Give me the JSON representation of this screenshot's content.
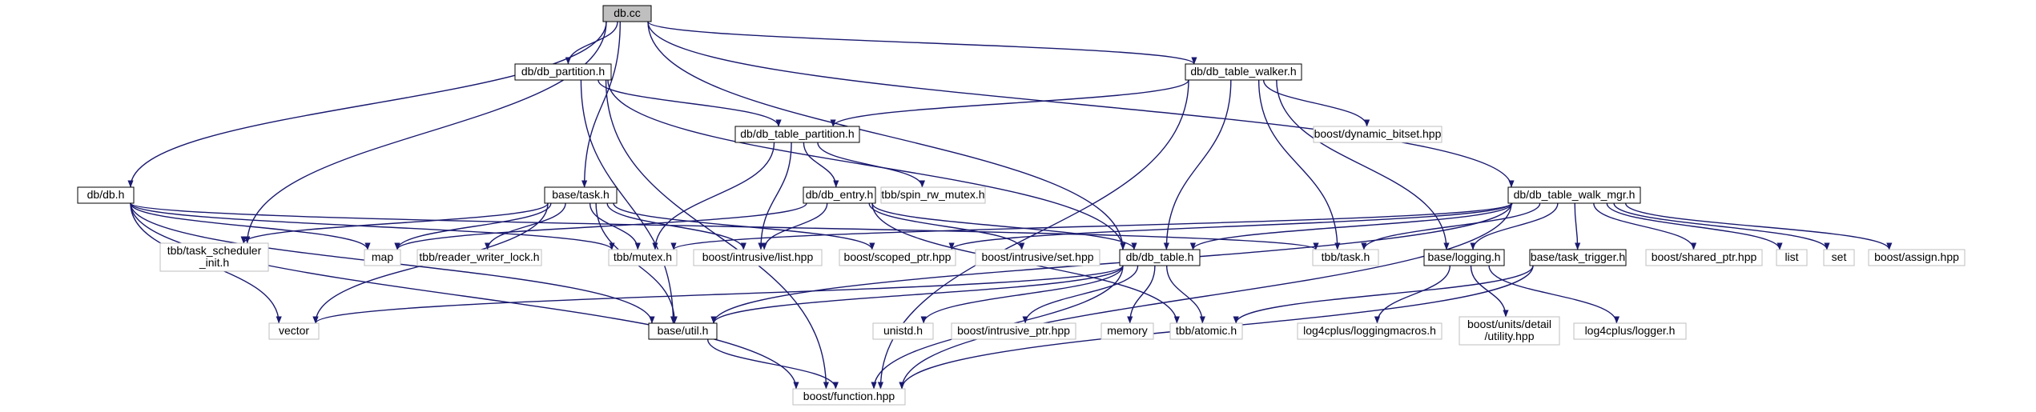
{
  "colors": {
    "edge": "#191970",
    "node_border": "#000000",
    "sys_border": "#bfbfbf",
    "focus_fill": "#bfbfbf",
    "node_fill": "#ffffff"
  },
  "nodes": [
    {
      "id": "db_cc",
      "label": [
        "db.cc"
      ],
      "kind": "focus"
    },
    {
      "id": "db_partition_h",
      "label": [
        "db/db_partition.h"
      ],
      "kind": "local"
    },
    {
      "id": "db_table_walker_h",
      "label": [
        "db/db_table_walker.h"
      ],
      "kind": "local"
    },
    {
      "id": "db_table_partition_h",
      "label": [
        "db/db_table_partition.h"
      ],
      "kind": "local"
    },
    {
      "id": "db_h",
      "label": [
        "db/db.h"
      ],
      "kind": "local"
    },
    {
      "id": "base_task_h",
      "label": [
        "base/task.h"
      ],
      "kind": "local"
    },
    {
      "id": "db_entry_h",
      "label": [
        "db/db_entry.h"
      ],
      "kind": "local"
    },
    {
      "id": "db_table_walk_mgr_h",
      "label": [
        "db/db_table_walk_mgr.h"
      ],
      "kind": "local"
    },
    {
      "id": "tbb_spin_rw_mutex_h",
      "label": [
        "tbb/spin_rw_mutex.h"
      ],
      "kind": "system"
    },
    {
      "id": "boost_dynamic_bitset",
      "label": [
        "boost/dynamic_bitset.hpp"
      ],
      "kind": "system"
    },
    {
      "id": "tbb_task_scheduler_init",
      "label": [
        "tbb/task_scheduler",
        "_init.h"
      ],
      "kind": "system"
    },
    {
      "id": "map",
      "label": [
        "map"
      ],
      "kind": "system"
    },
    {
      "id": "tbb_reader_writer_lock",
      "label": [
        "tbb/reader_writer_lock.h"
      ],
      "kind": "system"
    },
    {
      "id": "tbb_mutex_h",
      "label": [
        "tbb/mutex.h"
      ],
      "kind": "system"
    },
    {
      "id": "boost_intrusive_list",
      "label": [
        "boost/intrusive/list.hpp"
      ],
      "kind": "system"
    },
    {
      "id": "boost_scoped_ptr",
      "label": [
        "boost/scoped_ptr.hpp"
      ],
      "kind": "system"
    },
    {
      "id": "boost_intrusive_set",
      "label": [
        "boost/intrusive/set.hpp"
      ],
      "kind": "system"
    },
    {
      "id": "db_table_h",
      "label": [
        "db/db_table.h"
      ],
      "kind": "local"
    },
    {
      "id": "tbb_task_h",
      "label": [
        "tbb/task.h"
      ],
      "kind": "system"
    },
    {
      "id": "base_logging_h",
      "label": [
        "base/logging.h"
      ],
      "kind": "local"
    },
    {
      "id": "base_task_trigger_h",
      "label": [
        "base/task_trigger.h"
      ],
      "kind": "local"
    },
    {
      "id": "boost_shared_ptr",
      "label": [
        "boost/shared_ptr.hpp"
      ],
      "kind": "system"
    },
    {
      "id": "list",
      "label": [
        "list"
      ],
      "kind": "system"
    },
    {
      "id": "set",
      "label": [
        "set"
      ],
      "kind": "system"
    },
    {
      "id": "boost_assign",
      "label": [
        "boost/assign.hpp"
      ],
      "kind": "system"
    },
    {
      "id": "vector",
      "label": [
        "vector"
      ],
      "kind": "system"
    },
    {
      "id": "base_util_h",
      "label": [
        "base/util.h"
      ],
      "kind": "local"
    },
    {
      "id": "unistd_h",
      "label": [
        "unistd.h"
      ],
      "kind": "system"
    },
    {
      "id": "boost_intrusive_ptr",
      "label": [
        "boost/intrusive_ptr.hpp"
      ],
      "kind": "system"
    },
    {
      "id": "memory",
      "label": [
        "memory"
      ],
      "kind": "system"
    },
    {
      "id": "tbb_atomic_h",
      "label": [
        "tbb/atomic.h"
      ],
      "kind": "system"
    },
    {
      "id": "log4cplus_loggingmacros",
      "label": [
        "log4cplus/loggingmacros.h"
      ],
      "kind": "system"
    },
    {
      "id": "boost_units_detail_utility",
      "label": [
        "boost/units/detail",
        "/utility.hpp"
      ],
      "kind": "system"
    },
    {
      "id": "log4cplus_logger",
      "label": [
        "log4cplus/logger.h"
      ],
      "kind": "system"
    },
    {
      "id": "boost_function",
      "label": [
        "boost/function.hpp"
      ],
      "kind": "system"
    }
  ],
  "edges": [
    [
      "db_cc",
      "db_partition_h"
    ],
    [
      "db_cc",
      "db_table_walker_h"
    ],
    [
      "db_cc",
      "db_h"
    ],
    [
      "db_cc",
      "base_task_h"
    ],
    [
      "db_cc",
      "tbb_task_scheduler_init"
    ],
    [
      "db_cc",
      "db_table_h"
    ],
    [
      "db_cc",
      "db_table_walk_mgr_h"
    ],
    [
      "db_partition_h",
      "db_table_partition_h"
    ],
    [
      "db_partition_h",
      "db_table_h"
    ],
    [
      "db_partition_h",
      "base_util_h"
    ],
    [
      "db_partition_h",
      "boost_function"
    ],
    [
      "db_table_walker_h",
      "db_table_partition_h"
    ],
    [
      "db_table_walker_h",
      "boost_dynamic_bitset"
    ],
    [
      "db_table_walker_h",
      "base_logging_h"
    ],
    [
      "db_table_walker_h",
      "db_table_h"
    ],
    [
      "db_table_walker_h",
      "tbb_task_h"
    ],
    [
      "db_table_walker_h",
      "boost_function"
    ],
    [
      "db_table_partition_h",
      "db_entry_h"
    ],
    [
      "db_table_partition_h",
      "tbb_spin_rw_mutex_h"
    ],
    [
      "db_table_partition_h",
      "tbb_mutex_h"
    ],
    [
      "db_table_partition_h",
      "boost_intrusive_list"
    ],
    [
      "db_h",
      "map"
    ],
    [
      "db_h",
      "tbb_mutex_h"
    ],
    [
      "db_h",
      "tbb_task_h"
    ],
    [
      "db_h",
      "vector"
    ],
    [
      "db_h",
      "base_util_h"
    ],
    [
      "db_h",
      "boost_function"
    ],
    [
      "base_task_h",
      "tbb_task_scheduler_init"
    ],
    [
      "base_task_h",
      "map"
    ],
    [
      "base_task_h",
      "tbb_reader_writer_lock"
    ],
    [
      "base_task_h",
      "tbb_mutex_h"
    ],
    [
      "base_task_h",
      "boost_intrusive_list"
    ],
    [
      "base_task_h",
      "boost_scoped_ptr"
    ],
    [
      "base_task_h",
      "vector"
    ],
    [
      "base_task_h",
      "base_util_h"
    ],
    [
      "db_entry_h",
      "map"
    ],
    [
      "db_entry_h",
      "boost_intrusive_list"
    ],
    [
      "db_entry_h",
      "boost_intrusive_set"
    ],
    [
      "db_entry_h",
      "tbb_atomic_h"
    ],
    [
      "db_entry_h",
      "db_table_h"
    ],
    [
      "db_table_walk_mgr_h",
      "db_table_h"
    ],
    [
      "db_table_walk_mgr_h",
      "tbb_mutex_h"
    ],
    [
      "db_table_walk_mgr_h",
      "boost_scoped_ptr"
    ],
    [
      "db_table_walk_mgr_h",
      "tbb_task_h"
    ],
    [
      "db_table_walk_mgr_h",
      "base_logging_h"
    ],
    [
      "db_table_walk_mgr_h",
      "base_task_trigger_h"
    ],
    [
      "db_table_walk_mgr_h",
      "boost_shared_ptr"
    ],
    [
      "db_table_walk_mgr_h",
      "list"
    ],
    [
      "db_table_walk_mgr_h",
      "set"
    ],
    [
      "db_table_walk_mgr_h",
      "boost_assign"
    ],
    [
      "db_table_walk_mgr_h",
      "base_util_h"
    ],
    [
      "db_table_walk_mgr_h",
      "boost_function"
    ],
    [
      "db_table_h",
      "vector"
    ],
    [
      "db_table_h",
      "base_util_h"
    ],
    [
      "db_table_h",
      "unistd_h"
    ],
    [
      "db_table_h",
      "boost_intrusive_ptr"
    ],
    [
      "db_table_h",
      "memory"
    ],
    [
      "db_table_h",
      "tbb_atomic_h"
    ],
    [
      "db_table_h",
      "boost_function"
    ],
    [
      "base_logging_h",
      "log4cplus_loggingmacros"
    ],
    [
      "base_logging_h",
      "boost_units_detail_utility"
    ],
    [
      "base_logging_h",
      "log4cplus_logger"
    ],
    [
      "base_task_trigger_h",
      "tbb_atomic_h"
    ],
    [
      "base_task_trigger_h",
      "boost_function"
    ],
    [
      "base_util_h",
      "boost_function"
    ]
  ]
}
